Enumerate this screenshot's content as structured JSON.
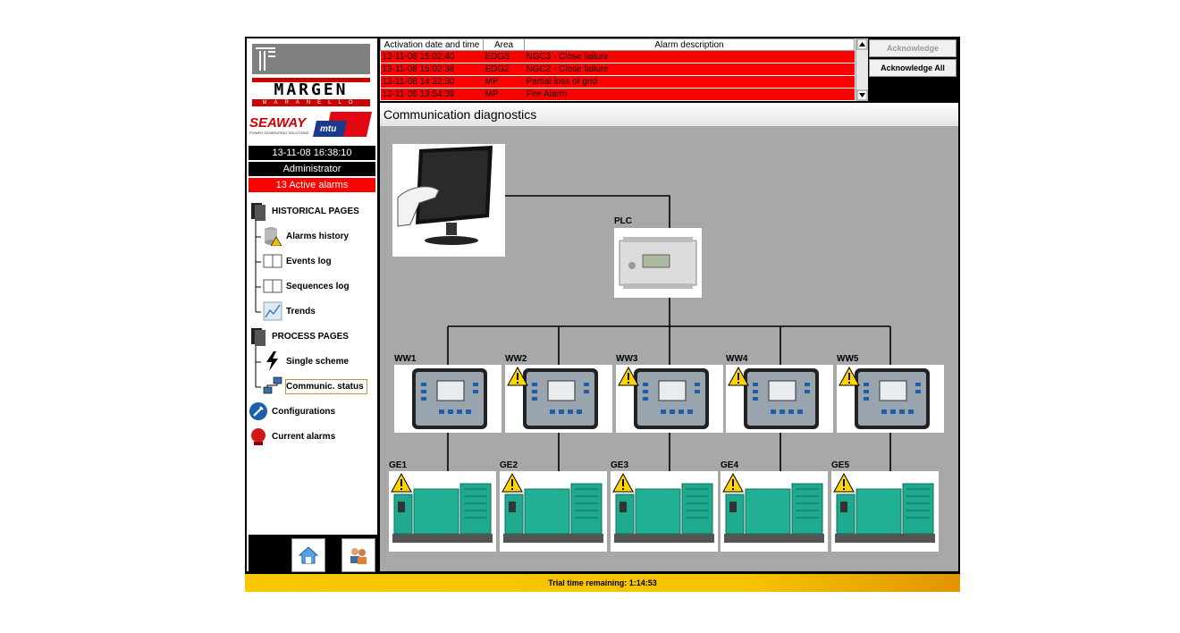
{
  "brand": {
    "top_logo": "MARGEN",
    "top_logo_sub": "MARANELLO",
    "seaway_logo": "SEAWAY",
    "seaway_sub": "POWER GENERATING SOLUTIONS",
    "mtu_logo": "mtu"
  },
  "status": {
    "datetime": "13-11-08 16:38:10",
    "user": "Administrator",
    "alarms": "13 Active alarms"
  },
  "nav": {
    "historical_header": "HISTORICAL PAGES",
    "alarms_history": "Alarms history",
    "events_log": "Events log",
    "sequences_log": "Sequences log",
    "trends": "Trends",
    "process_header": "PROCESS PAGES",
    "single_scheme": "Single scheme",
    "communic_status": "Communic. status",
    "configurations": "Configurations",
    "current_alarms": "Current alarms"
  },
  "alarm_table": {
    "headers": [
      "Activation date and time",
      "Area",
      "Alarm description"
    ],
    "rows": [
      [
        "13-11-08 15:02:40",
        "EDG3",
        "NGC3 - Close failure"
      ],
      [
        "13-11-08 15:02:38",
        "EDG2",
        "NGC2 - Close failure"
      ],
      [
        "13-11-08 14:32:30",
        "MP",
        "Partial loss of grid"
      ],
      [
        "13-11-08 13:54:39",
        "MP",
        "Fire Alarm"
      ]
    ]
  },
  "buttons": {
    "acknowledge": "Acknowledge",
    "acknowledge_all": "Acknowledge All"
  },
  "page_title": "Communication diagnostics",
  "diagram": {
    "plc": "PLC",
    "controllers": [
      "WW1",
      "WW2",
      "WW3",
      "WW4",
      "WW5"
    ],
    "controller_warnings": [
      false,
      true,
      true,
      true,
      true
    ],
    "generators": [
      "GE1",
      "GE2",
      "GE3",
      "GE4",
      "GE5"
    ],
    "generator_warnings": [
      true,
      true,
      true,
      true,
      true
    ]
  },
  "trial": "Trial time remaining: 1:14:53",
  "colors": {
    "alarm_red": "#ff0000",
    "accent_yellow": "#f6c400",
    "genset_teal": "#1fa98e"
  }
}
